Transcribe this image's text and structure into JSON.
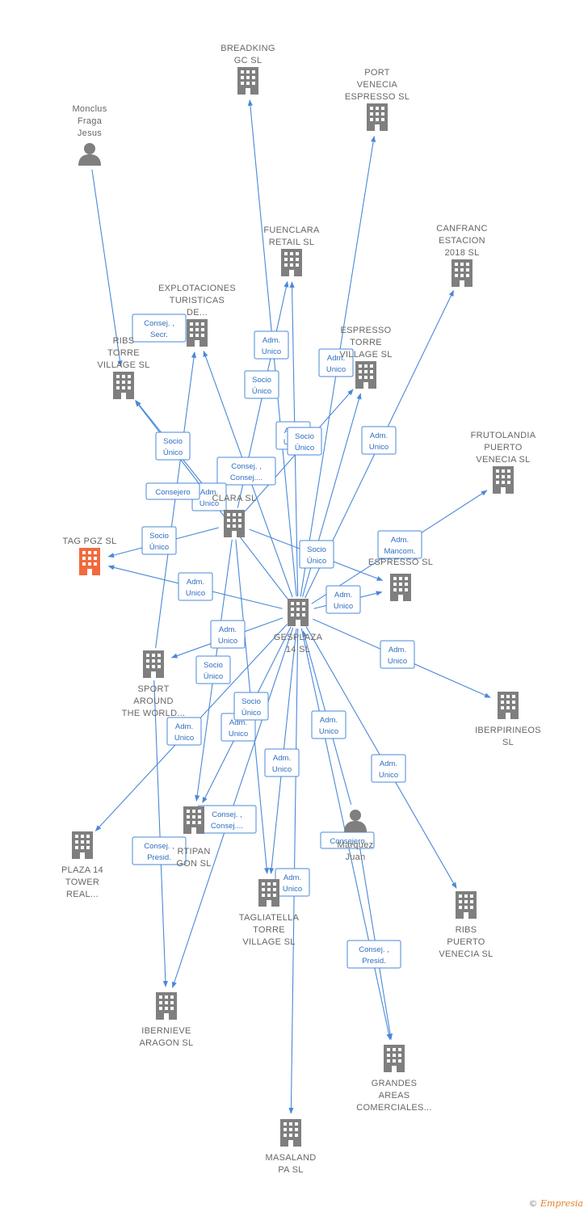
{
  "colors": {
    "edge": "#4a88d8",
    "node": "#7f7f7f",
    "focus": "#f26a3d",
    "label": "#666666"
  },
  "nodes": [
    {
      "id": "breadking",
      "type": "company",
      "label": [
        "BREADKING",
        "GC SL"
      ]
    },
    {
      "id": "port_venecia",
      "type": "company",
      "label": [
        "PORT",
        "VENECIA",
        "ESPRESSO SL"
      ]
    },
    {
      "id": "monclus",
      "type": "person",
      "label": [
        "Monclus",
        "Fraga",
        "Jesus"
      ]
    },
    {
      "id": "fuenclara_retail",
      "type": "company",
      "label": [
        "FUENCLARA",
        "RETAIL SL"
      ]
    },
    {
      "id": "canfranc",
      "type": "company",
      "label": [
        "CANFRANC",
        "ESTACION",
        "2018 SL"
      ]
    },
    {
      "id": "explotaciones",
      "type": "company",
      "label": [
        "EXPLOTACIONES",
        "TURISTICAS",
        "DE..."
      ]
    },
    {
      "id": "ribs_torre",
      "type": "company",
      "label": [
        "RIBS",
        "TORRE",
        "VILLAGE SL"
      ]
    },
    {
      "id": "espresso_torre",
      "type": "company",
      "label": [
        "ESPRESSO",
        "TORRE",
        "VILLAGE SL"
      ]
    },
    {
      "id": "frutolandia",
      "type": "company",
      "label": [
        "FRUTOLANDIA",
        "PUERTO",
        "VENECIA SL"
      ]
    },
    {
      "id": "clara",
      "type": "company",
      "label": [
        "CLARA SL"
      ]
    },
    {
      "id": "tag_pgz",
      "type": "company",
      "focus": true,
      "label": [
        "TAG PGZ SL"
      ]
    },
    {
      "id": "espresso_sl",
      "type": "company",
      "label": [
        "ESPRESSO SL"
      ]
    },
    {
      "id": "gesplaza",
      "type": "company",
      "label": [
        "GESPLAZA",
        "14 SL"
      ]
    },
    {
      "id": "sport_around",
      "type": "company",
      "label": [
        "SPORT",
        "AROUND",
        "THE WORLD..."
      ]
    },
    {
      "id": "iberpirineos",
      "type": "company",
      "label": [
        "IBERPIRINEOS",
        "SL"
      ]
    },
    {
      "id": "plaza14",
      "type": "company",
      "label": [
        "PLAZA 14",
        "TOWER",
        "REAL..."
      ]
    },
    {
      "id": "artipan",
      "type": "company",
      "label": [
        "RTIPAN",
        "GON SL"
      ]
    },
    {
      "id": "marquez",
      "type": "person",
      "label": [
        "Marquez",
        "Juan"
      ]
    },
    {
      "id": "tagliatella",
      "type": "company",
      "label": [
        "TAGLIATELLA",
        "TORRE",
        "VILLAGE SL"
      ]
    },
    {
      "id": "ribs_puerto",
      "type": "company",
      "label": [
        "RIBS",
        "PUERTO",
        "VENECIA SL"
      ]
    },
    {
      "id": "ibernieve",
      "type": "company",
      "label": [
        "IBERNIEVE",
        "ARAGON SL"
      ]
    },
    {
      "id": "grandes_areas",
      "type": "company",
      "label": [
        "GRANDES",
        "AREAS",
        "COMERCIALES..."
      ]
    },
    {
      "id": "masaland",
      "type": "company",
      "label": [
        "MASALAND",
        "PA SL"
      ]
    }
  ],
  "edges": [
    {
      "from": "gesplaza",
      "to": "breadking",
      "label": [
        "Adm.",
        "Unico"
      ]
    },
    {
      "from": "gesplaza",
      "to": "port_venecia",
      "label": [
        "Adm.",
        "Unico"
      ]
    },
    {
      "from": "gesplaza",
      "to": "fuenclara_retail",
      "label": [
        "Adm.",
        "Unico"
      ]
    },
    {
      "from": "gesplaza",
      "to": "canfranc",
      "label": [
        "Adm.",
        "Unico"
      ]
    },
    {
      "from": "gesplaza",
      "to": "explotaciones",
      "label": [
        "Consej. ,",
        "Consej...."
      ]
    },
    {
      "from": "gesplaza",
      "to": "espresso_torre",
      "label": [
        "Adm.",
        "Unico"
      ]
    },
    {
      "from": "gesplaza",
      "to": "frutolandia",
      "label": [
        "Adm.",
        "Mancom."
      ]
    },
    {
      "from": "gesplaza",
      "to": "ribs_torre",
      "label": [
        "Adm.",
        "Unico"
      ]
    },
    {
      "from": "gesplaza",
      "to": "tag_pgz",
      "label": [
        "Adm.",
        "Unico"
      ]
    },
    {
      "from": "gesplaza",
      "to": "espresso_sl",
      "label": [
        "Adm.",
        "Unico"
      ]
    },
    {
      "from": "gesplaza",
      "to": "sport_around",
      "label": [
        "Adm.",
        "Unico"
      ]
    },
    {
      "from": "gesplaza",
      "to": "iberpirineos",
      "label": [
        "Adm.",
        "Unico"
      ]
    },
    {
      "from": "gesplaza",
      "to": "plaza14",
      "label": [
        "Adm.",
        "Unico"
      ]
    },
    {
      "from": "gesplaza",
      "to": "artipan",
      "label": [
        "Adm.",
        "Unico"
      ]
    },
    {
      "from": "gesplaza",
      "to": "tagliatella",
      "label": [
        "Adm.",
        "Unico"
      ]
    },
    {
      "from": "gesplaza",
      "to": "ribs_puerto",
      "label": [
        "Adm.",
        "Unico"
      ]
    },
    {
      "from": "gesplaza",
      "to": "masaland",
      "label": [
        "Adm.",
        "Unico"
      ]
    },
    {
      "from": "gesplaza",
      "to": "grandes_areas",
      "label": [
        "Adm.",
        "Unico"
      ]
    },
    {
      "from": "clara",
      "to": "fuenclara_retail",
      "label": [
        "Socio",
        "Único"
      ]
    },
    {
      "from": "clara",
      "to": "espresso_torre",
      "label": [
        "Socio",
        "Único"
      ]
    },
    {
      "from": "clara",
      "to": "ribs_torre",
      "label": [
        "Socio",
        "Único"
      ]
    },
    {
      "from": "clara",
      "to": "tag_pgz",
      "label": [
        "Socio",
        "Único"
      ]
    },
    {
      "from": "clara",
      "to": "espresso_sl",
      "label": [
        "Socio",
        "Único"
      ]
    },
    {
      "from": "clara",
      "to": "artipan",
      "label": [
        "Socio",
        "Único"
      ]
    },
    {
      "from": "clara",
      "to": "tagliatella",
      "label": [
        "Socio",
        "Único"
      ]
    },
    {
      "from": "monclus",
      "to": "ribs_torre",
      "label": [
        "Consej. ,",
        "Secr."
      ]
    },
    {
      "from": "sport_around",
      "to": "explotaciones",
      "label": [
        "Consejero"
      ]
    },
    {
      "from": "sport_around",
      "to": "ibernieve",
      "label": [
        "Consej. ,",
        "Presid."
      ]
    },
    {
      "from": "gesplaza",
      "to": "ibernieve",
      "label": [
        "Consej. ,",
        "Consej...."
      ]
    },
    {
      "from": "marquez",
      "to": "gesplaza",
      "label": [
        "Consejero"
      ]
    },
    {
      "from": "marquez",
      "to": "grandes_areas",
      "label": [
        "Consej. ,",
        "Presid."
      ]
    }
  ],
  "brand": {
    "copyright": "©",
    "name": "Empresia"
  }
}
